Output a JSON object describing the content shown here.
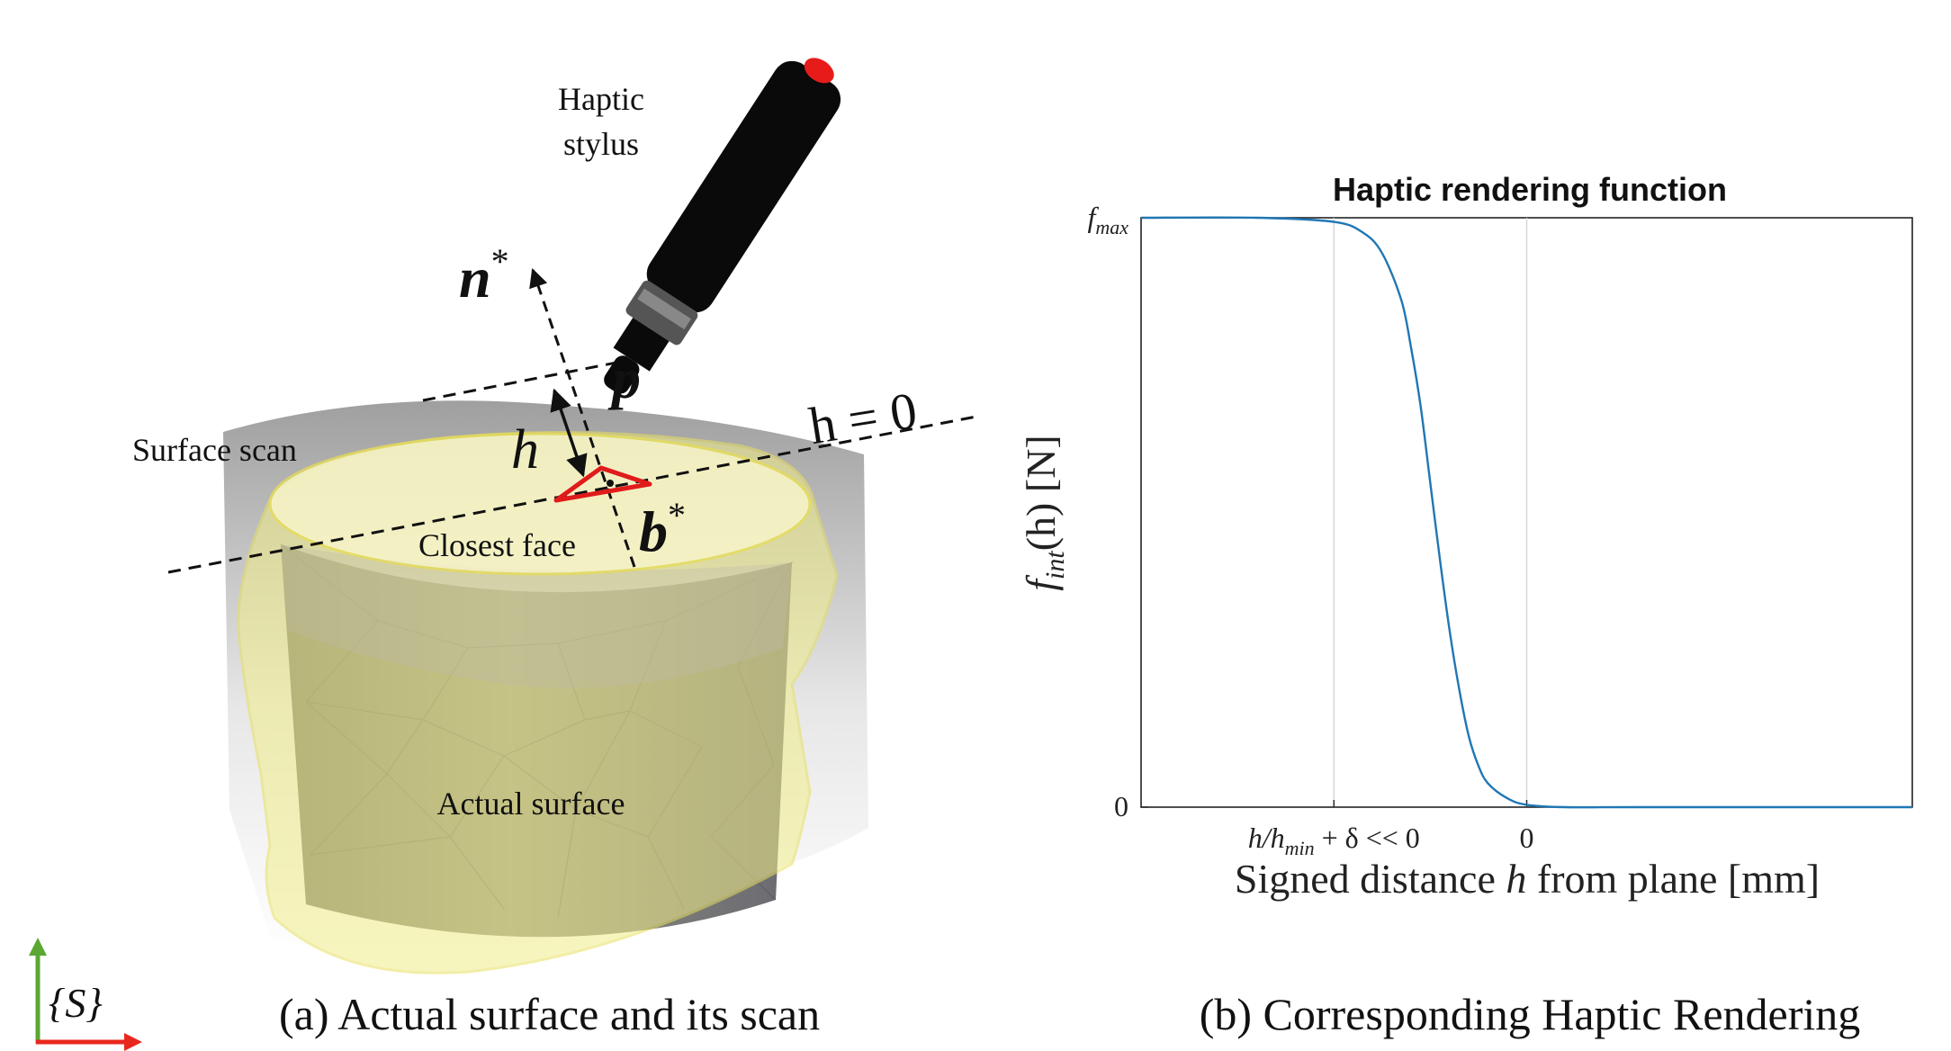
{
  "left_panel": {
    "stylus_label_line1": "Haptic",
    "stylus_label_line2": "stylus",
    "normal_label": "n",
    "normal_sup": "*",
    "point_label": "p",
    "distance_label": "h",
    "plane_label": "h = 0",
    "foot_label": "b",
    "foot_sup": "*",
    "scan_label": "Surface scan",
    "face_label": "Closest face",
    "actual_label": "Actual surface",
    "frame_label": "{S}",
    "caption": "(a) Actual surface and its scan",
    "colors": {
      "scan_yellow": "#f2ee8a",
      "closest_face": "#e01b1b",
      "stylus_body": "#0a0a0a",
      "stylus_tip": "#e81b1b",
      "axis_green": "#5aa832",
      "axis_red": "#e8281e"
    }
  },
  "chart_data": {
    "type": "line",
    "title": "Haptic rendering function",
    "xlabel_prefix": "Signed distance ",
    "xlabel_var": "h",
    "xlabel_suffix": " from plane [mm]",
    "ylabel_f": "f",
    "ylabel_sub": "int",
    "ylabel_rest": "(h) [N]",
    "yticks": [
      {
        "label": "f",
        "sub": "max",
        "value": 1
      },
      {
        "label": "0",
        "sub": "",
        "value": 0
      }
    ],
    "xticks": [
      {
        "label": "h/h",
        "sub": "min",
        "rest": " + δ << 0",
        "value": -1
      },
      {
        "label": "0",
        "sub": "",
        "rest": "",
        "value": 0
      }
    ],
    "xlim": [
      -2,
      2
    ],
    "ylim": [
      0,
      1
    ],
    "grid": "vertical at x ticks",
    "series": [
      {
        "color": "#1f77b4",
        "x": [
          -2.0,
          -1.4,
          -1.0,
          -0.85,
          -0.75,
          -0.65,
          -0.6,
          -0.55,
          -0.5,
          -0.45,
          -0.4,
          -0.35,
          -0.3,
          -0.25,
          -0.2,
          -0.1,
          0.0,
          0.2,
          0.6,
          2.0
        ],
        "y": [
          1.0,
          1.0,
          0.993,
          0.975,
          0.94,
          0.86,
          0.78,
          0.68,
          0.55,
          0.42,
          0.3,
          0.2,
          0.12,
          0.07,
          0.04,
          0.015,
          0.004,
          0.0,
          0.0,
          0.0
        ]
      }
    ],
    "caption": "(b) Corresponding Haptic Rendering"
  }
}
